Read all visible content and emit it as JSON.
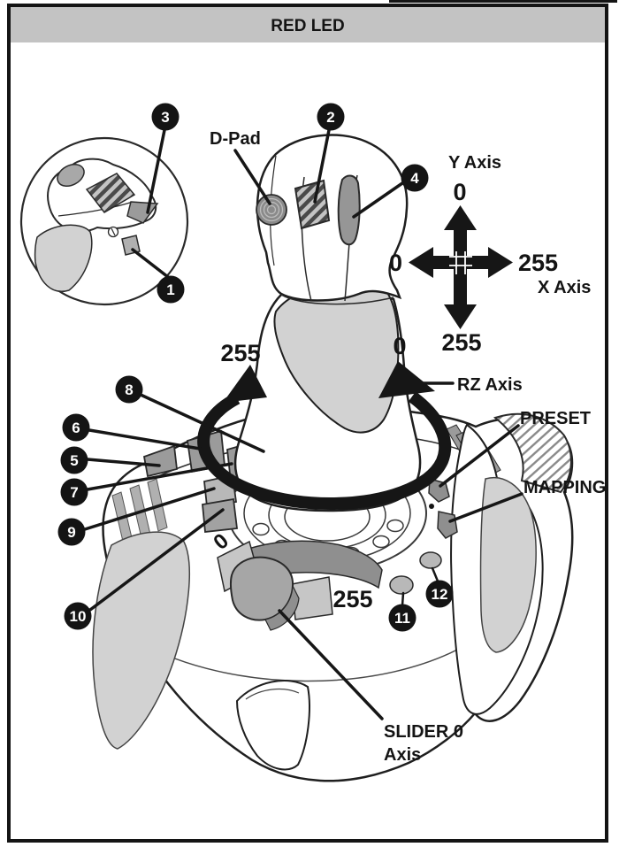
{
  "header": {
    "title": "RED LED"
  },
  "labels": {
    "dpad": "D-Pad",
    "y_axis": "Y Axis",
    "x_axis": "X Axis",
    "rz_axis": "RZ Axis",
    "preset": "PRESET",
    "mapping": "MAPPING",
    "slider_line1": "SLIDER 0",
    "slider_line2": "Axis"
  },
  "values": {
    "y_top": "0",
    "y_bottom": "255",
    "x_left": "0",
    "x_right": "255",
    "rz_left": "255",
    "rz_right": "0",
    "slider_left": "0",
    "slider_right": "255"
  },
  "callouts": {
    "c1": "1",
    "c2": "2",
    "c3": "3",
    "c4": "4",
    "c5": "5",
    "c6": "6",
    "c7": "7",
    "c8": "8",
    "c9": "9",
    "c10": "10",
    "c11": "11",
    "c12": "12"
  },
  "colors": {
    "header_bg": "#c3c3c3",
    "outline": "#1f1f1f",
    "panel_gray": "#d2d2d2",
    "button_dark": "#8f8f8f",
    "button_mid": "#9b9b9b",
    "button_light": "#b8b8b8",
    "black": "#141414"
  }
}
